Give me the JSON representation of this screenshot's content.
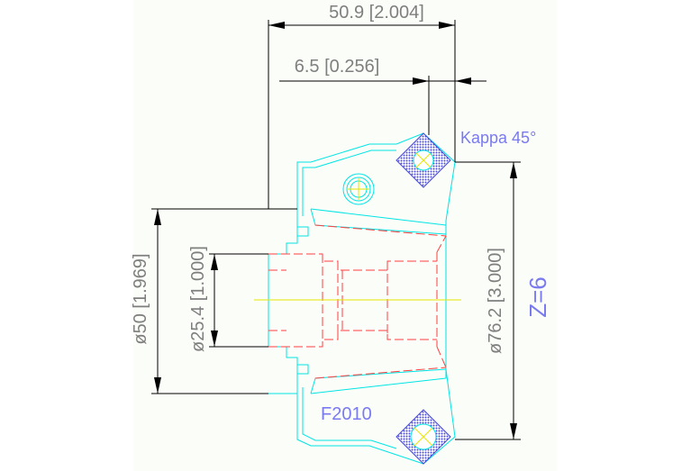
{
  "drawing": {
    "colors": {
      "background": "#ffffff",
      "paper": "#fbfdf8",
      "dimension": "#000000",
      "dimension_text": "#7f7f7f",
      "outline": "#00e5e5",
      "hidden_red": "#ff4040",
      "centerline": "#e6e600",
      "insert_fill": "#4b4bd8",
      "annotation_blue": "#7a7af0"
    },
    "dimensions": {
      "overall_length": "50.9 [2.004]",
      "overhang": "6.5 [0.256]",
      "shank_diameter": "ø50 [1.969]",
      "bore_diameter": "ø25.4 [1.000]",
      "cutter_diameter": "ø76.2 [3.000]"
    },
    "annotations": {
      "kappa": "Kappa 45°",
      "teeth": "Z=6",
      "insert_code": "F2010"
    }
  }
}
